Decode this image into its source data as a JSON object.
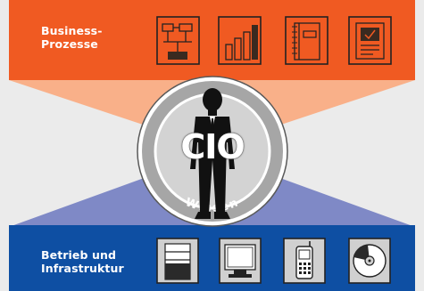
{
  "diagram": {
    "top_band": {
      "label_line1": "Business-",
      "label_line2": "Prozesse",
      "color": "#f05a22"
    },
    "bottom_band": {
      "label_line1": "Betrieb und",
      "label_line2": "Infrastruktur",
      "color": "#0e4fa3"
    },
    "center": {
      "title": "CIO",
      "ring_text": "Wissen"
    },
    "top_icons": [
      "flowchart-icon",
      "bar-chart-icon",
      "notebook-icon",
      "document-icon"
    ],
    "bottom_icons": [
      "server-icon",
      "monitor-icon",
      "mobile-phone-icon",
      "disc-icon"
    ],
    "colors": {
      "background": "#ebebeb",
      "orange_fan": "#f9b089",
      "blue_fan": "#7f89c6",
      "ring": "#a6a6a6",
      "inner_disc": "#d3d3d3"
    }
  }
}
